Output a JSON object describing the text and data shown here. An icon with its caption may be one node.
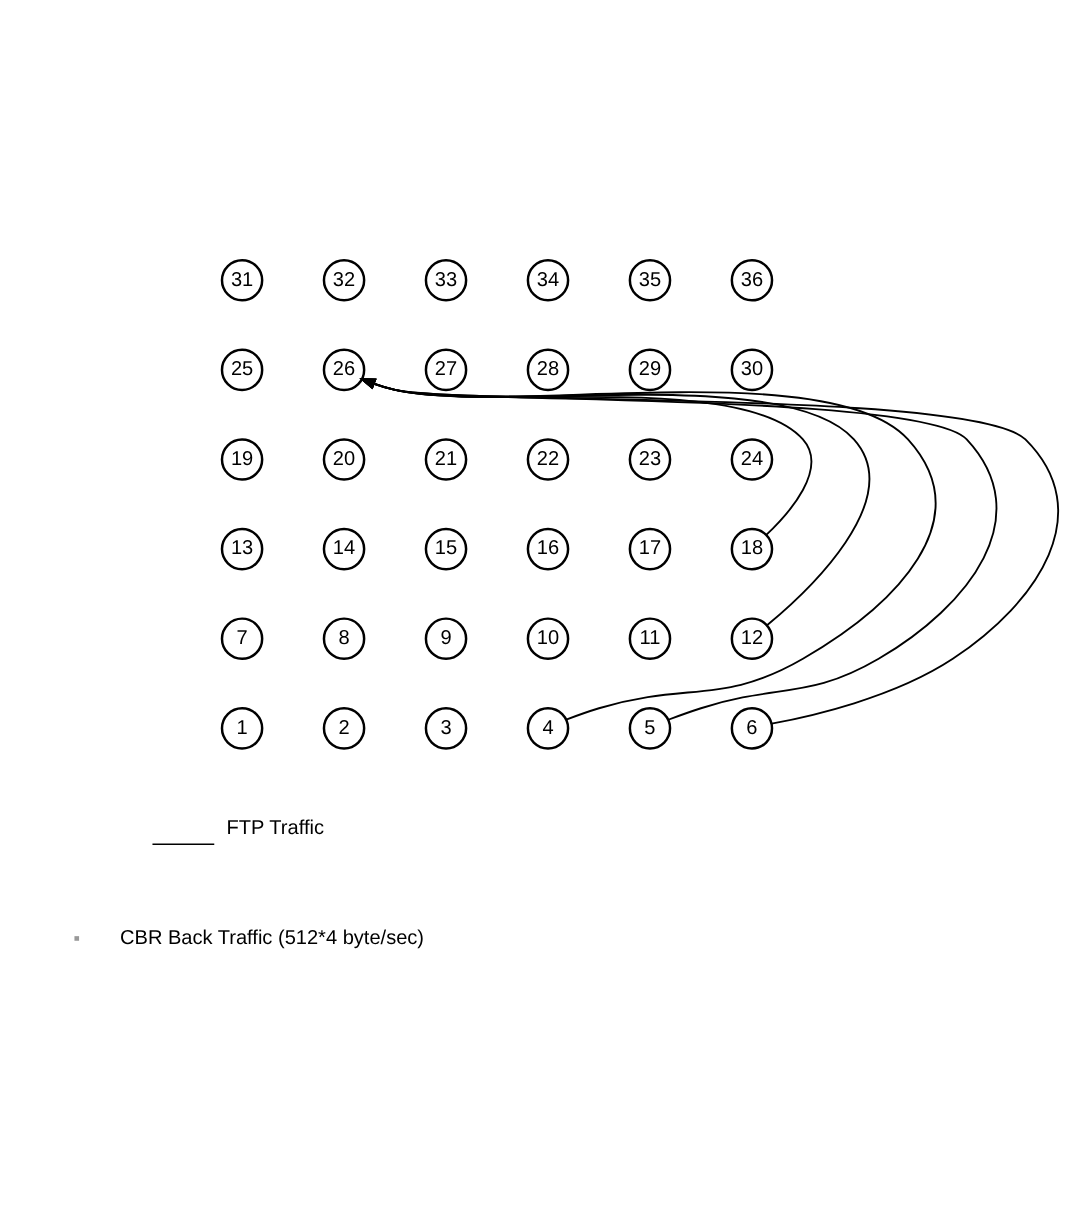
{
  "diagram": {
    "nodes": [
      {
        "text": [
          "31"
        ]
      },
      {
        "text": [
          "32"
        ]
      },
      {
        "text": [
          "33"
        ]
      },
      {
        "text": [
          "34"
        ]
      },
      {
        "text": [
          "35"
        ]
      },
      {
        "text": [
          "36"
        ]
      },
      {
        "text": [
          "25"
        ]
      },
      {
        "text": [
          "26"
        ]
      },
      {
        "text": [
          "27"
        ]
      },
      {
        "text": [
          "28"
        ]
      },
      {
        "text": [
          "29"
        ]
      },
      {
        "text": [
          "30"
        ]
      },
      {
        "text": [
          "19"
        ]
      },
      {
        "text": [
          "20"
        ]
      },
      {
        "text": [
          "21"
        ]
      },
      {
        "text": [
          "22"
        ]
      },
      {
        "text": [
          "23"
        ]
      },
      {
        "text": [
          "24"
        ]
      },
      {
        "text": [
          "13"
        ]
      },
      {
        "text": [
          "14"
        ]
      },
      {
        "text": [
          "15"
        ]
      },
      {
        "text": [
          "16"
        ]
      },
      {
        "text": [
          "17"
        ]
      },
      {
        "text": [
          "18"
        ]
      },
      {
        "text": [
          "7"
        ]
      },
      {
        "text": [
          "8"
        ]
      },
      {
        "text": [
          "9"
        ]
      },
      {
        "text": [
          "10"
        ]
      },
      {
        "text": [
          "11"
        ]
      },
      {
        "text": [
          "12"
        ]
      },
      {
        "text": [
          "1"
        ]
      },
      {
        "text": [
          "2"
        ]
      },
      {
        "text": [
          "3"
        ]
      },
      {
        "text": [
          "4"
        ]
      },
      {
        "text": [
          "5"
        ]
      },
      {
        "text": [
          "6"
        ]
      }
    ],
    "edges": [
      {
        "from": 33,
        "to": 7,
        "arrow": "to"
      },
      {
        "from": 34,
        "to": 7,
        "arrow": "to"
      },
      {
        "from": 35,
        "to": 7,
        "arrow": "to"
      },
      {
        "from": 29,
        "to": 7,
        "arrow": "to"
      },
      {
        "from": 23,
        "to": 7,
        "arrow": "to"
      }
    ],
    "legend": [
      {
        "text": "FTP Traffic"
      },
      {
        "text": "CBR Back Traffic (512*4 byte/sec)"
      }
    ]
  }
}
